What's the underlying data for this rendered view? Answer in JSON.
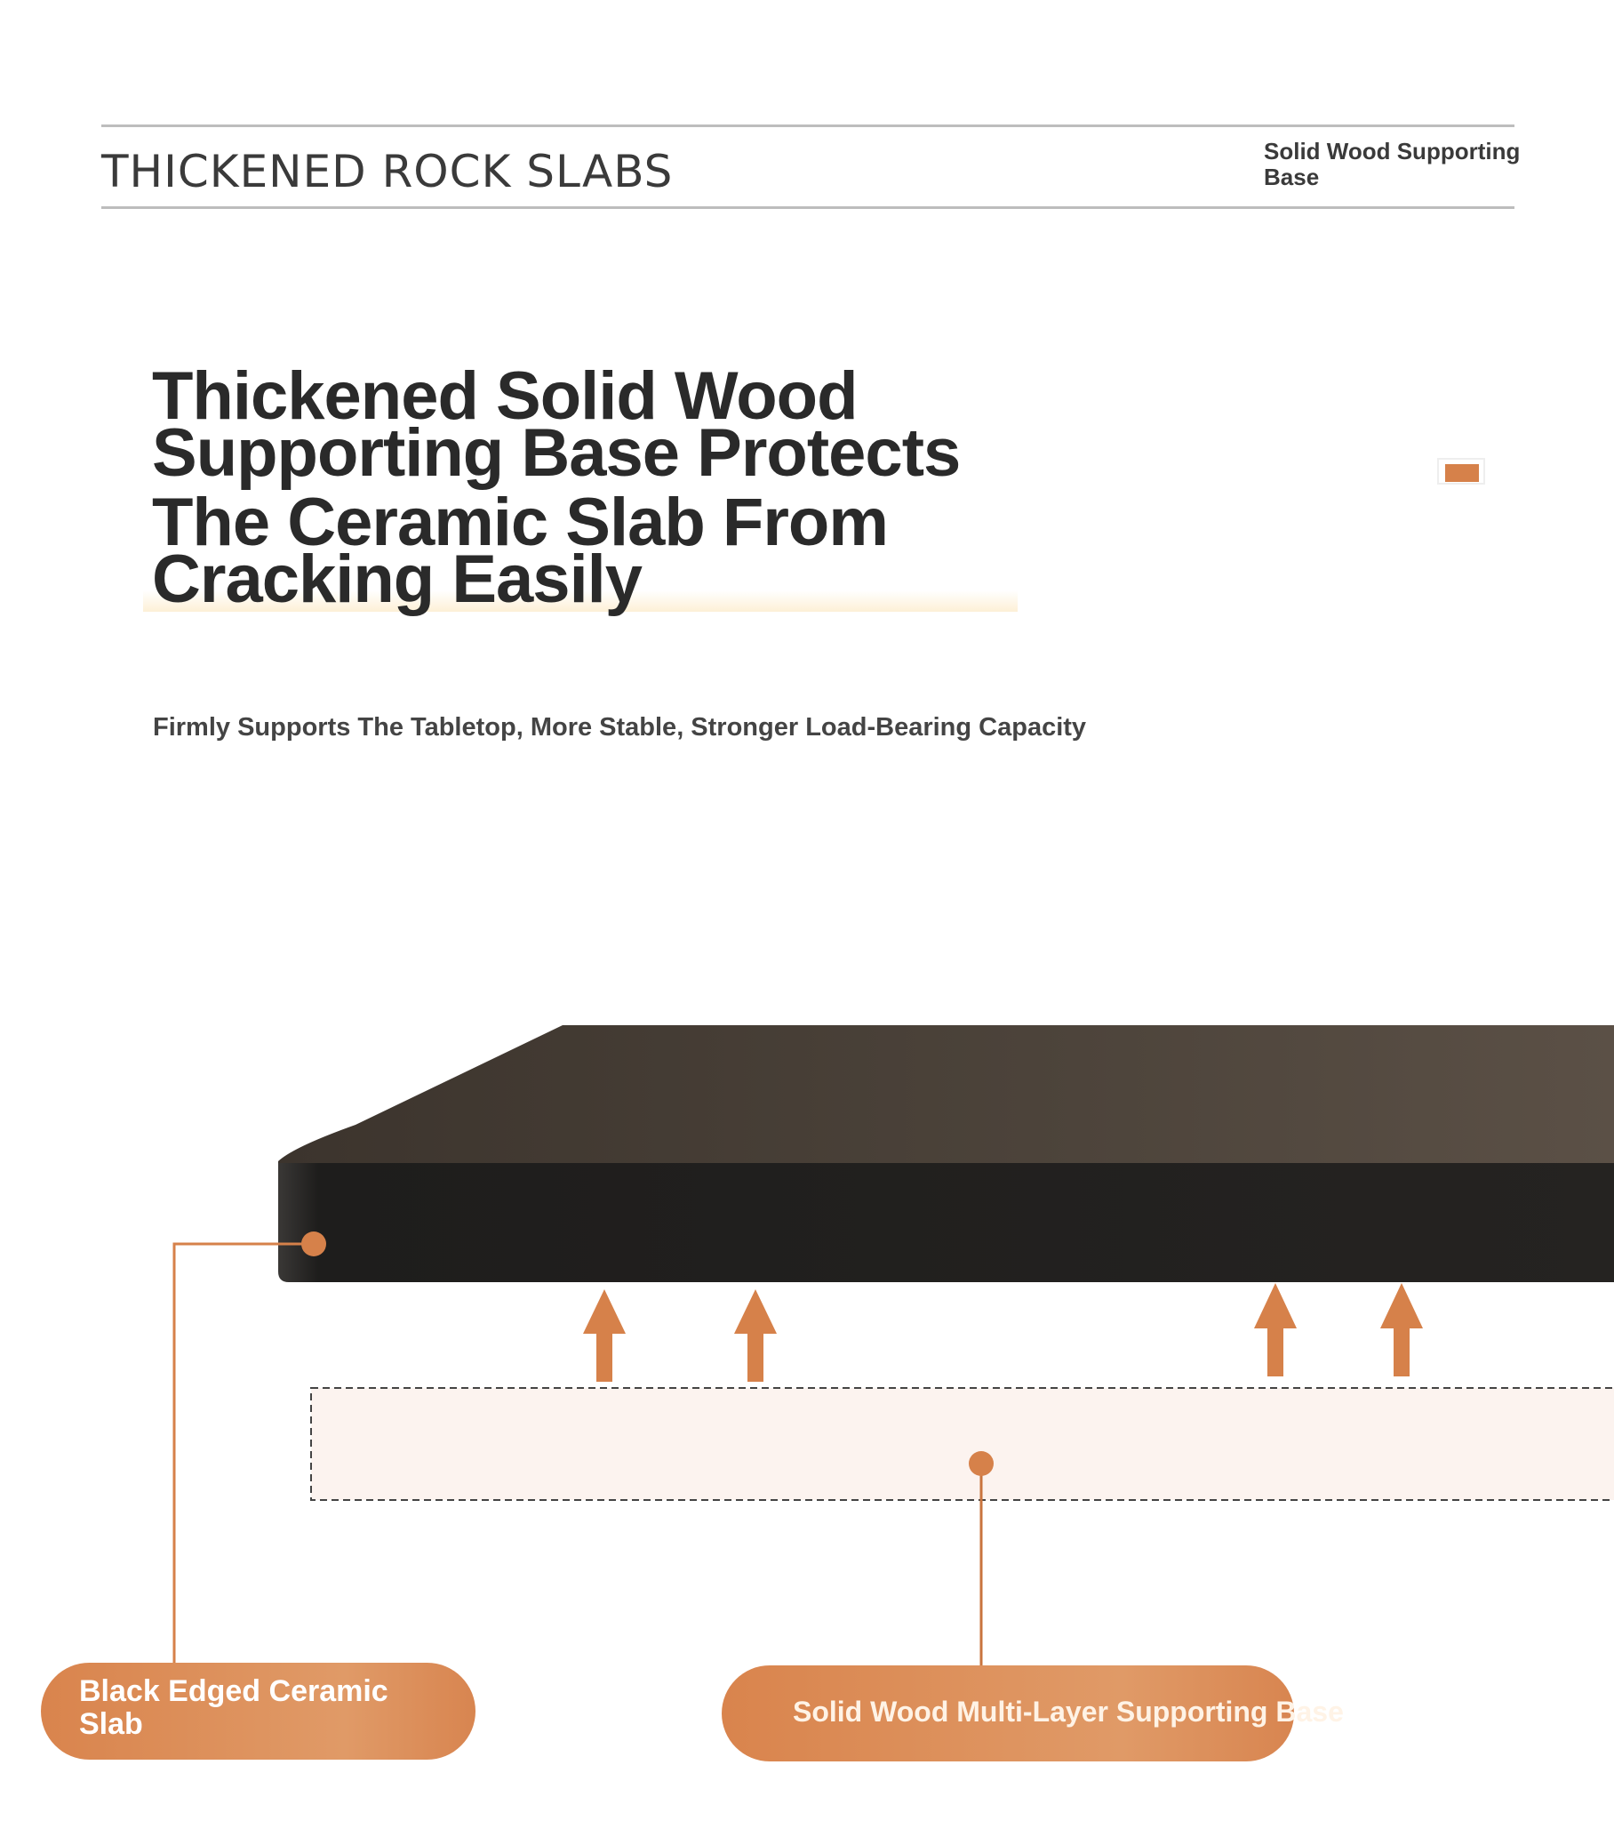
{
  "header": {
    "title": "THICKENED ROCK SLABS",
    "right_label": "Solid Wood Supporting Base"
  },
  "headline": {
    "line1": "Thickened Solid Wood",
    "line2": "Supporting Base Protects",
    "line3": "The Ceramic Slab From",
    "line4": "Cracking Easily"
  },
  "subtitle": "Firmly Supports The Tabletop, More Stable, Stronger Load-Bearing Capacity",
  "diagram": {
    "label_slab": "Black Edged Ceramic Slab",
    "label_base": "Solid Wood Multi-Layer Supporting Base"
  },
  "colors": {
    "accent": "#d6814a",
    "slab_top": "#4a4037",
    "slab_edge": "#232120",
    "base_fill": "#fcf3ef"
  }
}
